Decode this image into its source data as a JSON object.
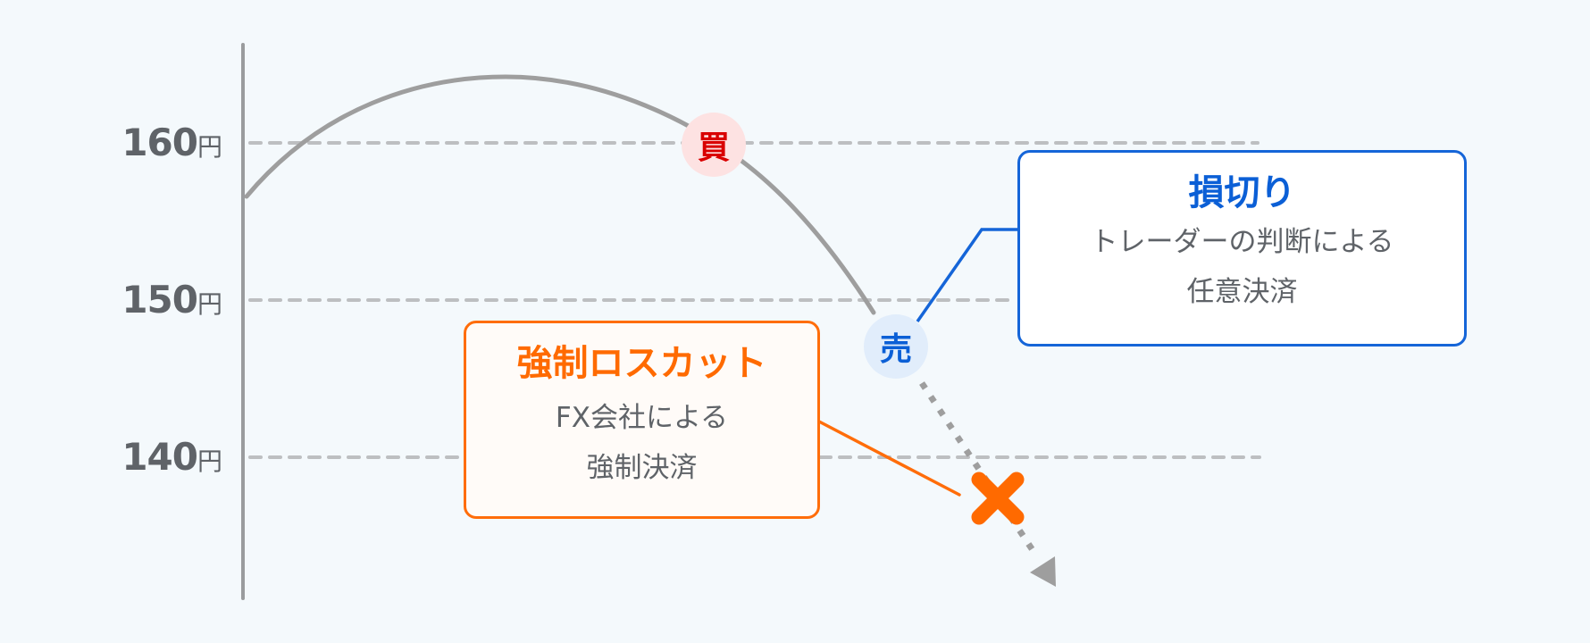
{
  "chart_data": {
    "type": "line",
    "title": "",
    "xlabel": "",
    "ylabel": "",
    "y_unit": "円",
    "y_ticks": [
      160,
      150,
      140
    ],
    "ylim": [
      133,
      165
    ],
    "grid": "horizontal dashed",
    "series": [
      {
        "name": "price",
        "description": "Price rises from ~156円 to a peak ~164円, falls through 160円 (buy point) and 150円, continues down past 140円 as a dotted projection with arrow.",
        "points_approx": [
          [
            0,
            156
          ],
          [
            1,
            164
          ],
          [
            2,
            160
          ],
          [
            3,
            147
          ],
          [
            4,
            137
          ],
          [
            5,
            133
          ]
        ]
      }
    ],
    "markers": [
      {
        "label": "買",
        "meaning": "buy",
        "price": 160
      },
      {
        "label": "売",
        "meaning": "sell (stop-loss)",
        "price": 147
      },
      {
        "label": "✕",
        "meaning": "forced loss-cut point",
        "price": 137
      }
    ],
    "annotations": [
      {
        "title": "損切り",
        "text": "トレーダーの判断による任意決済",
        "points_to": "売"
      },
      {
        "title": "強制ロスカット",
        "text": "FX会社による強制決済",
        "points_to": "✕"
      }
    ]
  },
  "axis": {
    "labels": [
      {
        "value": "160",
        "unit": "円"
      },
      {
        "value": "150",
        "unit": "円"
      },
      {
        "value": "140",
        "unit": "円"
      }
    ]
  },
  "markers": {
    "buy": {
      "label": "買"
    },
    "sell": {
      "label": "売"
    }
  },
  "callouts": {
    "stop_loss": {
      "title": "損切り",
      "lines": [
        "トレーダーの判断による",
        "任意決済"
      ]
    },
    "forced_losscut": {
      "title": "強制ロスカット",
      "lines": [
        "FX会社による",
        "強制決済"
      ]
    }
  },
  "colors": {
    "background": "#f4f9fc",
    "curve": "#9e9e9e",
    "grid": "#bdbfc1",
    "buy": "#d90000",
    "sell": "#0b5fd6",
    "losscut": "#ff6a00",
    "label_text": "#5f6368"
  }
}
